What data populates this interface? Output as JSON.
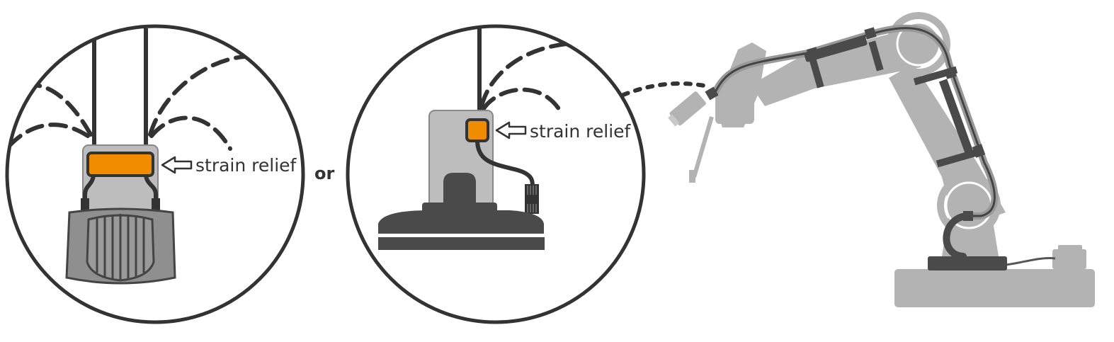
{
  "labels": {
    "strain_relief_left": "strain relief",
    "strain_relief_middle": "strain relief",
    "separator": "or"
  },
  "colors": {
    "outline": "#333333",
    "strain_relief": "#f08c00",
    "body_light": "#b8b8b8",
    "body_dark": "#4a4a4a",
    "robot": "#b3b3b3",
    "robot_dark": "#555555",
    "cable": "#444444"
  },
  "icons": {
    "left_detail": "gripper-with-cables",
    "middle_detail": "vacuum-gripper",
    "right_detail": "robot-arm",
    "pointer": "hollow-arrow-left-icon"
  }
}
